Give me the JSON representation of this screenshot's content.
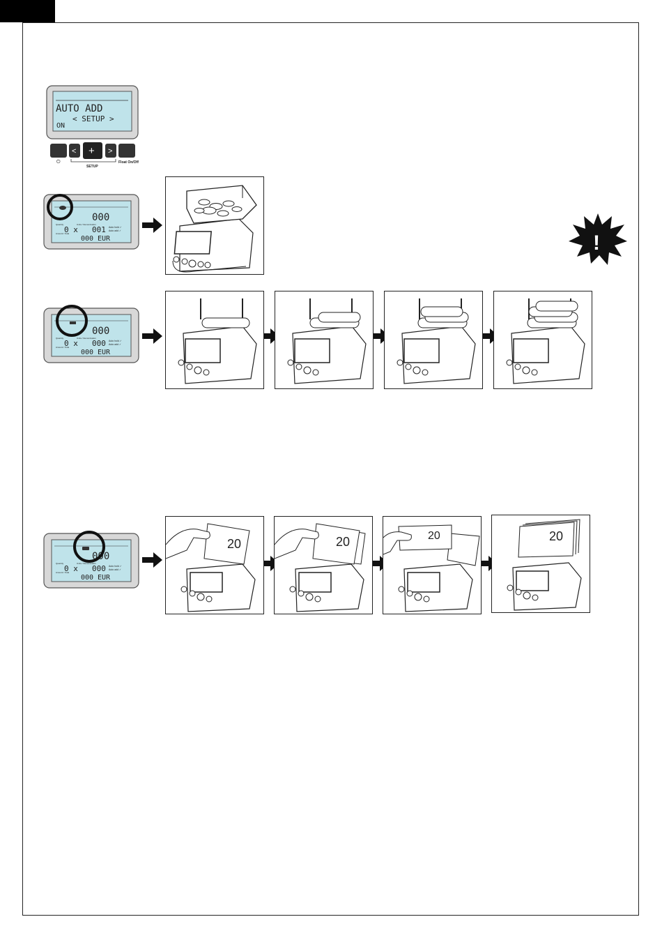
{
  "setup_display": {
    "line1": "AUTO ADD",
    "line2": "< SETUP >",
    "line3": "ON",
    "buttons": [
      {
        "label": "< > <",
        "icon": "power-icon"
      },
      {
        "label": "<"
      },
      {
        "label": "+"
      },
      {
        "label": ">"
      },
      {
        "label": "~ ~ ~"
      }
    ],
    "power_label": "⏻",
    "setup_label": "SETUP",
    "float_label": "Float On/Off"
  },
  "lcd_common": {
    "digits_top": "000",
    "qty_prefix": "0 x",
    "digits_mid": "000",
    "digits_bottom": "000",
    "currency": "EUR",
    "label_quantity": "Quantity",
    "label_units": "Units / Denomination",
    "label_amount": "Amount / Total",
    "label_autohold": "Auto hold ✓",
    "label_autoadd": "Auto add ✓"
  },
  "lcd_row2": {
    "digits_mid": "001"
  },
  "banknote_value": "20",
  "warning_symbol": "!"
}
